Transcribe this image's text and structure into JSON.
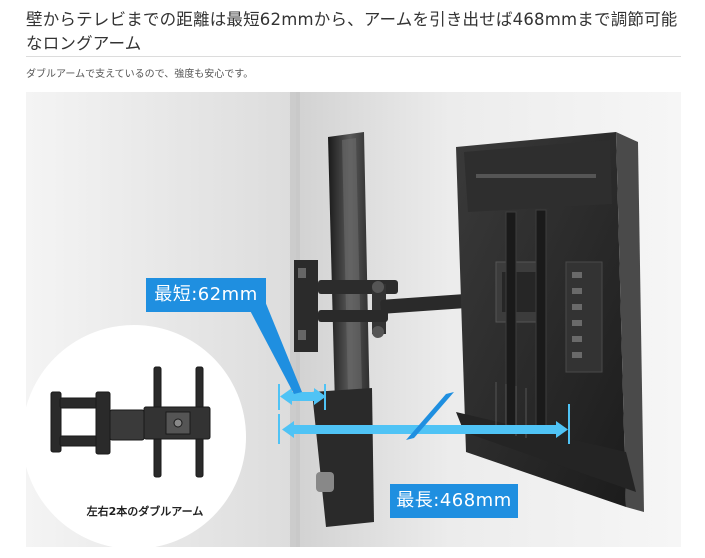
{
  "headline": "壁からテレビまでの距離は最短62mmから、アームを引き出せば468mmまで調節可能なロングアーム",
  "caption": "ダブルアームで支えているので、強度も安心です。",
  "photo": {
    "label_short": "最短:62mm",
    "label_long": "最長:468mm",
    "inset_caption": "左右2本のダブルアーム"
  },
  "colors": {
    "accent": "#1f8fe0",
    "arrow": "#4fc3f5"
  }
}
